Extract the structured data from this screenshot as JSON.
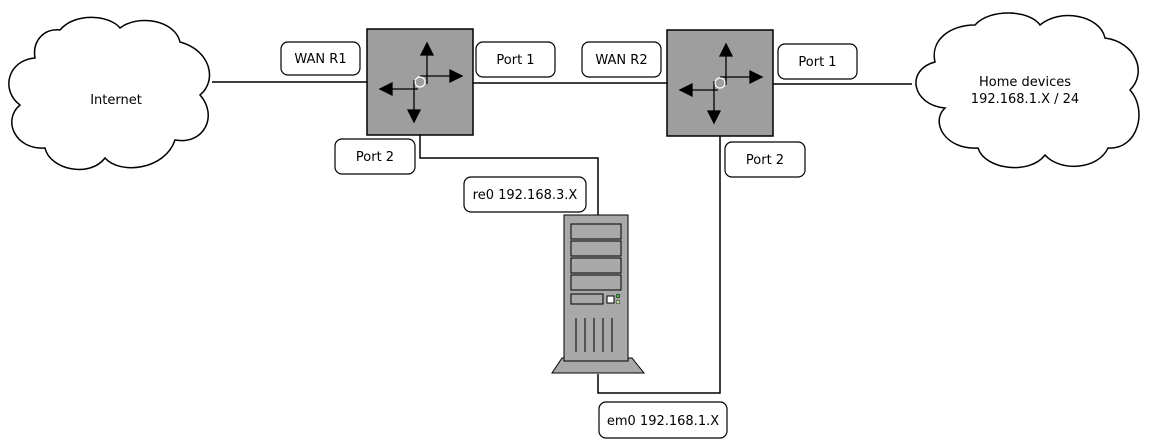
{
  "clouds": {
    "internet": {
      "label": "Internet"
    },
    "home": {
      "line1": "Home devices",
      "line2": "192.168.1.X / 24"
    }
  },
  "labels": {
    "wan_r1": "WAN R1",
    "r1_port1": "Port 1",
    "r1_port2": "Port 2",
    "wan_r2": "WAN R2",
    "r2_port1": "Port 1",
    "r2_port2": "Port 2",
    "re0": "re0 192.168.3.X",
    "em0": "em0 192.168.1.X"
  },
  "colors": {
    "router_fill": "#9e9e9e",
    "server_fill": "#a9a9a9",
    "line": "#000000",
    "background": "#ffffff",
    "led_green": "#4caf50"
  }
}
